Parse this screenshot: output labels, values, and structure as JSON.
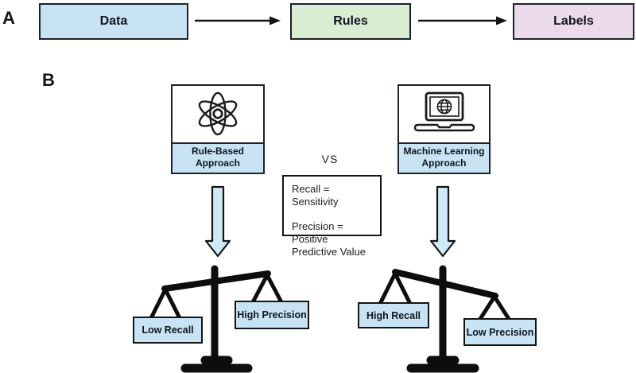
{
  "figure": {
    "panel_a": {
      "label": "A",
      "flow_boxes": [
        {
          "label": "Data"
        },
        {
          "label": "Rules"
        },
        {
          "label": "Labels"
        }
      ]
    },
    "panel_b": {
      "label": "B",
      "vs": "VS",
      "rule_based_card": {
        "icon": "atom-icon",
        "line1": "Rule-Based",
        "line2": "Approach"
      },
      "ml_card": {
        "icon": "laptop-globe-icon",
        "line1": "Machine Learning",
        "line2": "Approach"
      },
      "definitions": {
        "line1": "Recall = Sensitivity",
        "line2": "Precision = Positive",
        "line3": "Predictive Value"
      },
      "rule_based_scale": {
        "left_tag": "Low Recall",
        "right_tag": "High Precision"
      },
      "ml_scale": {
        "left_tag": "High Recall",
        "right_tag": "Low Precision"
      }
    },
    "colors": {
      "light_blue": "#c8e4f4",
      "arrow_blue": "#cfe9f6",
      "light_green": "#d9edd3",
      "light_pink": "#edd9ec",
      "stroke_black": "#141414"
    }
  }
}
